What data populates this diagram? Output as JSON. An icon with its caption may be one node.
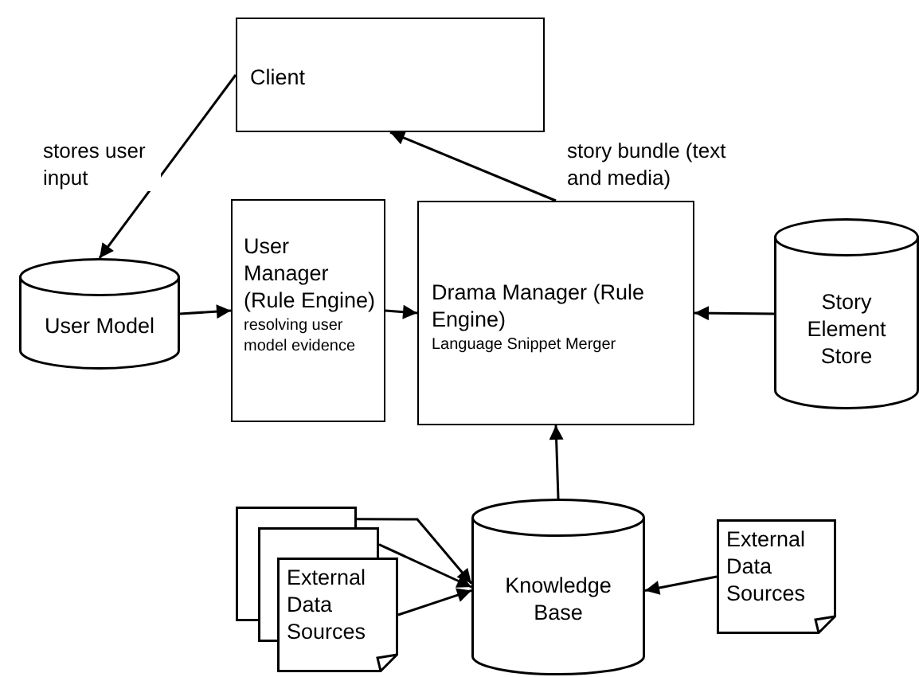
{
  "diagram": {
    "nodes": [
      {
        "text": [
          "Client"
        ]
      },
      {
        "text": [
          "User Model"
        ]
      },
      {
        "text": [
          "User Manager (Rule Engine)",
          "resolving user model evidence"
        ]
      },
      {
        "text": [
          "Drama Manager (Rule Engine)",
          "Language Snippet Merger"
        ]
      },
      {
        "text": [
          "Story Element Store"
        ]
      },
      {
        "text": [],
        "shape": "document"
      },
      {
        "text": [],
        "shape": "document"
      },
      {
        "text": [
          "External Data Sources"
        ]
      },
      {
        "text": [
          "Knowledge Base"
        ]
      },
      {
        "text": [
          "External Data Sources"
        ]
      }
    ],
    "edges": [
      {
        "from": 0,
        "to": 1,
        "arrow": "to",
        "label": "stores user input"
      },
      {
        "from": 1,
        "to": 2,
        "arrow": "to"
      },
      {
        "from": 2,
        "to": 3,
        "arrow": "to"
      },
      {
        "from": 4,
        "to": 3,
        "arrow": "to"
      },
      {
        "from": 3,
        "to": 0,
        "arrow": "to",
        "label": "story bundle (text and media)"
      },
      {
        "from": 8,
        "to": 3,
        "arrow": "to"
      },
      {
        "from": 5,
        "to": 8,
        "arrow": "to"
      },
      {
        "from": 6,
        "to": 8,
        "arrow": "to"
      },
      {
        "from": 7,
        "to": 8,
        "arrow": "to"
      },
      {
        "from": 9,
        "to": 8,
        "arrow": "to"
      }
    ]
  }
}
